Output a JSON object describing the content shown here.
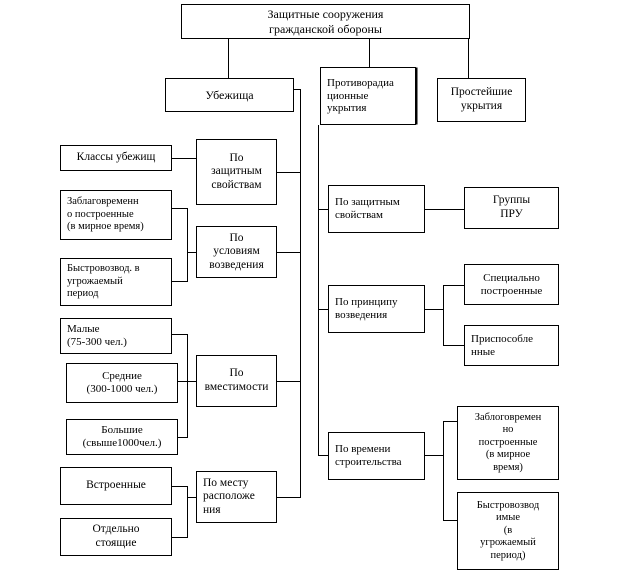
{
  "diagram": {
    "title": "Защитные  сооружения\nгражданской  обороны",
    "language": "ru",
    "type": "organizational-tree",
    "nodes": {
      "root": "Защитные  сооружения\nгражданской  обороны",
      "level1": {
        "shelters": "Убежища",
        "antiradiation": "Противорадиа\nционные\nукрытия",
        "simplest": "Простейшие\nукрытия"
      },
      "shelters_categories": {
        "protective_properties": "По\nзащитным\nсвойствам",
        "construction_conditions": "По\nусловиям\nвозведения",
        "capacity": "По\nвместимости",
        "location": "По   месту\nрасположе\nния"
      },
      "shelters_items": {
        "classes": "Классы убежищ",
        "prebuilt": "Заблаговременн\nо    построенные\n(в мирное время)",
        "rapid": "Быстровозвод. в\nугрожаемый\nпериод",
        "small": "Малые\n(75-300 чел.)",
        "medium": "Средние\n(300-1000 чел.)",
        "large": "Большие\n(свыше1000чел.)",
        "builtin": "Встроенные",
        "standalone": "Отдельно\nстоящие"
      },
      "pru_categories": {
        "protective_properties": "По  защитным\nсвойствам",
        "construction_principle": "По   принципу\nвозведения",
        "construction_time": "По времени\nстроительства"
      },
      "pru_items": {
        "groups": "Группы\nПРУ",
        "specially_built": "Специально\nпостроенные",
        "adapted": "Приспособле\nнные",
        "prebuilt": "Заблоговремен\nно\nпостроенные\n(в мирное\nвремя)",
        "rapid": "Быстровозвод\nимые\n(в\nугрожаемый\nпериод)"
      }
    }
  }
}
